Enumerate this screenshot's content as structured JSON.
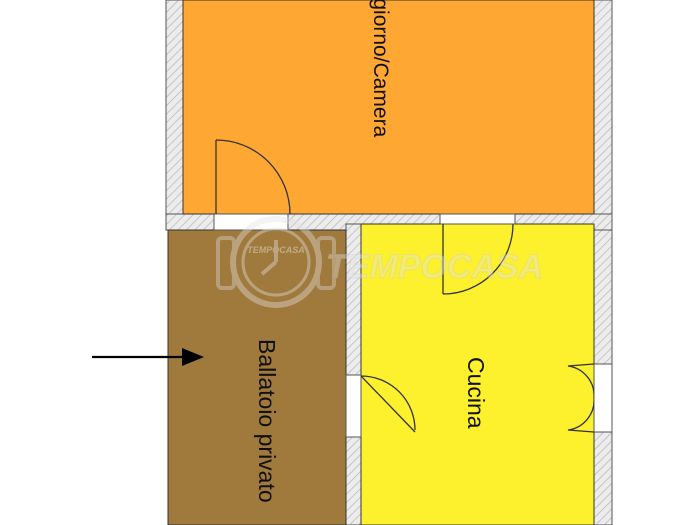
{
  "rooms": [
    {
      "id": "soggiorno",
      "label": "Soggiorno/Camera",
      "color": "#ffa733"
    },
    {
      "id": "ballatoio",
      "label": "Ballatoio privato",
      "color": "#a07a3c"
    },
    {
      "id": "cucina",
      "label": "Cucina",
      "color": "#fdf02c"
    }
  ],
  "watermark": {
    "brand": "TEMPOCASA"
  },
  "colors": {
    "wall_fill": "#e9e9e9",
    "wall_line": "#555555",
    "arrow": "#000000"
  }
}
